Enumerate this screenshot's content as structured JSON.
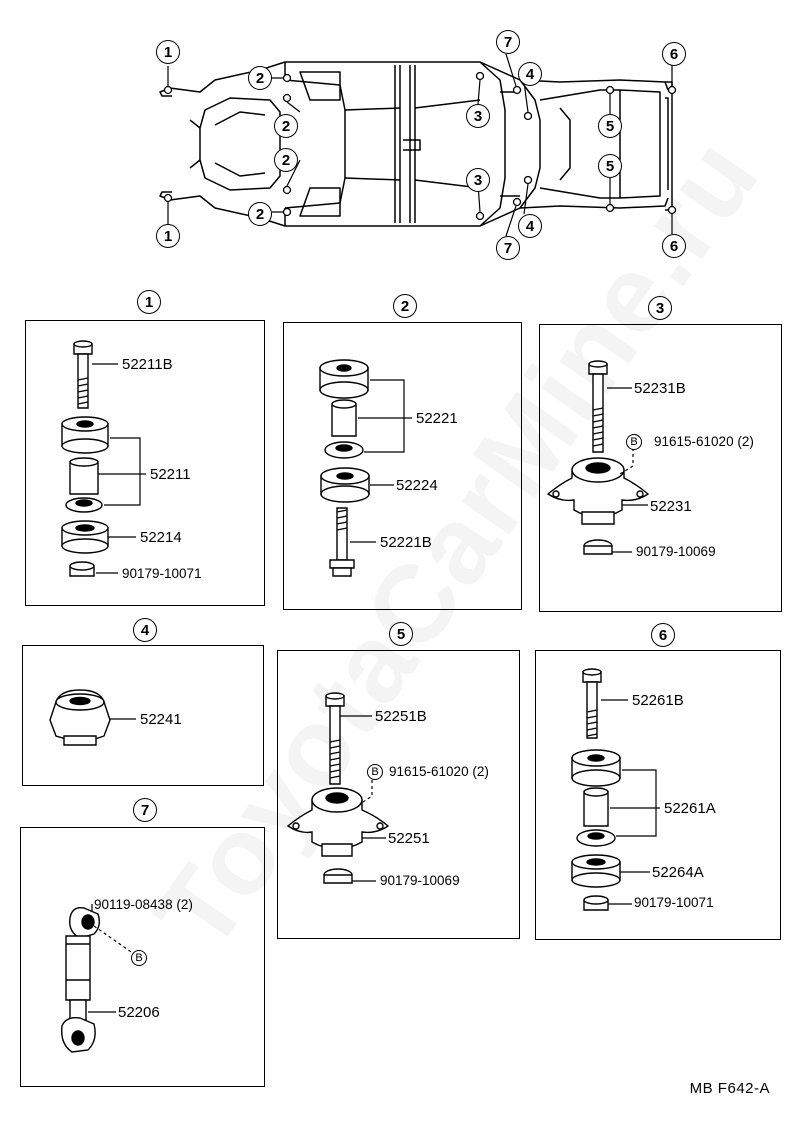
{
  "watermark": "ToyotaCarMine.ru",
  "figure_code": "MB  F642-A",
  "frame_refs": {
    "r1": "1",
    "r2": "2",
    "r3": "3",
    "r4": "4",
    "r5": "5",
    "r6": "6",
    "r7": "7"
  },
  "panels": {
    "p1": {
      "num": "1",
      "bolt": "52211B",
      "cushion": "52211",
      "washer": "52214",
      "nut": "90179-10071"
    },
    "p2": {
      "num": "2",
      "cushion": "52221",
      "washer": "52224",
      "bolt": "52221B"
    },
    "p3": {
      "num": "3",
      "bolt": "52231B",
      "b_ref": "B",
      "b_part": "91615-61020 (2)",
      "mount": "52231",
      "nut": "90179-10069"
    },
    "p4": {
      "num": "4",
      "cushion": "52241"
    },
    "p5": {
      "num": "5",
      "bolt": "52251B",
      "b_ref": "B",
      "b_part": "91615-61020 (2)",
      "mount": "52251",
      "nut": "90179-10069"
    },
    "p6": {
      "num": "6",
      "bolt": "52261B",
      "cushion": "52261A",
      "washer": "52264A",
      "nut": "90179-10071"
    },
    "p7": {
      "num": "7",
      "bolt": "90119-08438 (2)",
      "b_ref": "B",
      "rod": "52206"
    }
  }
}
